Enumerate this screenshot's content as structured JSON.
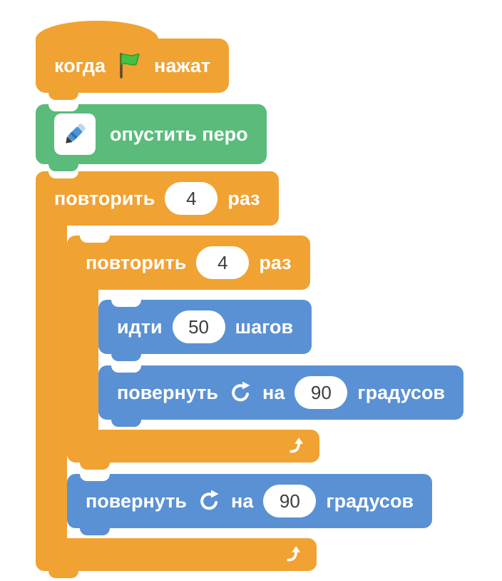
{
  "colors": {
    "canvas_background": "#FFFFFF",
    "event_block": "#F0A232",
    "control_block": "#F0A232",
    "pen_block": "#5BBB7B",
    "motion_block": "#5A91D4",
    "block_text": "#FFFFFF",
    "input_background": "#FFFFFF",
    "input_text": "#3D3D3D",
    "flag_green": "#44C144"
  },
  "script": {
    "hat": {
      "label_before": "когда",
      "flag_icon": "green-flag-icon",
      "label_after": "нажат"
    },
    "pen_down": {
      "icon": "pen-icon",
      "label": "опустить перо"
    },
    "outer_repeat": {
      "label": "повторить",
      "count": "4",
      "suffix": "раз",
      "loop_icon": "loop-arrow-icon"
    },
    "inner_repeat": {
      "label": "повторить",
      "count": "4",
      "suffix": "раз",
      "loop_icon": "loop-arrow-icon"
    },
    "move": {
      "label": "идти",
      "steps": "50",
      "suffix": "шагов"
    },
    "inner_turn": {
      "label": "повернуть",
      "icon": "turn-clockwise-icon",
      "preposition": "на",
      "degrees": "90",
      "suffix": "градусов"
    },
    "outer_turn": {
      "label": "повернуть",
      "icon": "turn-clockwise-icon",
      "preposition": "на",
      "degrees": "90",
      "suffix": "градусов"
    }
  }
}
